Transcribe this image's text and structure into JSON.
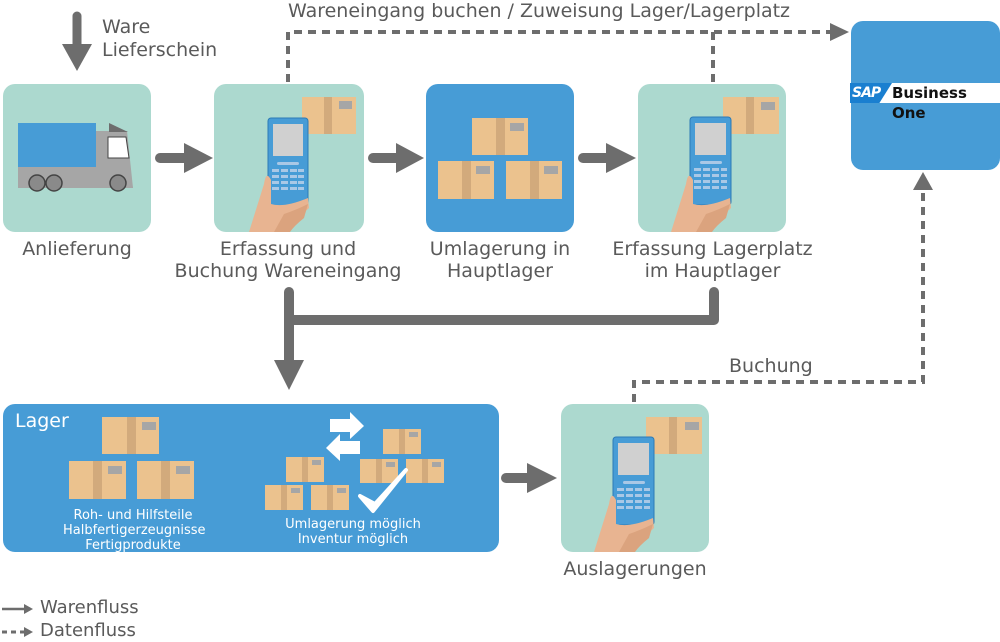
{
  "top_input": {
    "line1": "Ware",
    "line2": "Lieferschein"
  },
  "data_flow_top": {
    "label": "Wareneingang buchen / Zuweisung Lager/Lagerplatz"
  },
  "steps": [
    {
      "id": "anlieferung",
      "label_lines": [
        "Anlieferung"
      ],
      "icon": "truck-icon"
    },
    {
      "id": "erfassung-wareneingang",
      "label_lines": [
        "Erfassung und",
        "Buchung Wareneingang"
      ],
      "icon": "scanner-hand-icon"
    },
    {
      "id": "umlagerung-hauptlager",
      "label_lines": [
        "Umlagerung in",
        "Hauptlager"
      ],
      "icon": "boxes-stack-icon"
    },
    {
      "id": "erfassung-lagerplatz",
      "label_lines": [
        "Erfassung Lagerplatz",
        "im Hauptlager"
      ],
      "icon": "scanner-hand-icon"
    },
    {
      "id": "auslagerungen",
      "label_lines": [
        "Auslagerungen"
      ],
      "icon": "scanner-hand-icon"
    }
  ],
  "erp": {
    "logo_text": "SAP",
    "product": "Business One"
  },
  "lager": {
    "title": "Lager",
    "left_caption": [
      "Roh- und Hilfsteile",
      "Halbfertigerzeugnisse",
      "Fertigprodukte"
    ],
    "right_caption": [
      "Umlagerung möglich",
      "Inventur möglich"
    ]
  },
  "data_flow_bottom": {
    "label": "Buchung"
  },
  "legend": [
    {
      "label": "Warenfluss",
      "type": "solid-arrow"
    },
    {
      "label": "Datenfluss",
      "type": "dashed-arrow"
    }
  ],
  "colors": {
    "teal_tile": "#acd9cf",
    "blue_tile": "#479cd6",
    "arrow": "#6d6d6d",
    "box": "#ebc28e",
    "box_tape": "#d2aa7c",
    "label_gray": "#a7a7a7"
  }
}
